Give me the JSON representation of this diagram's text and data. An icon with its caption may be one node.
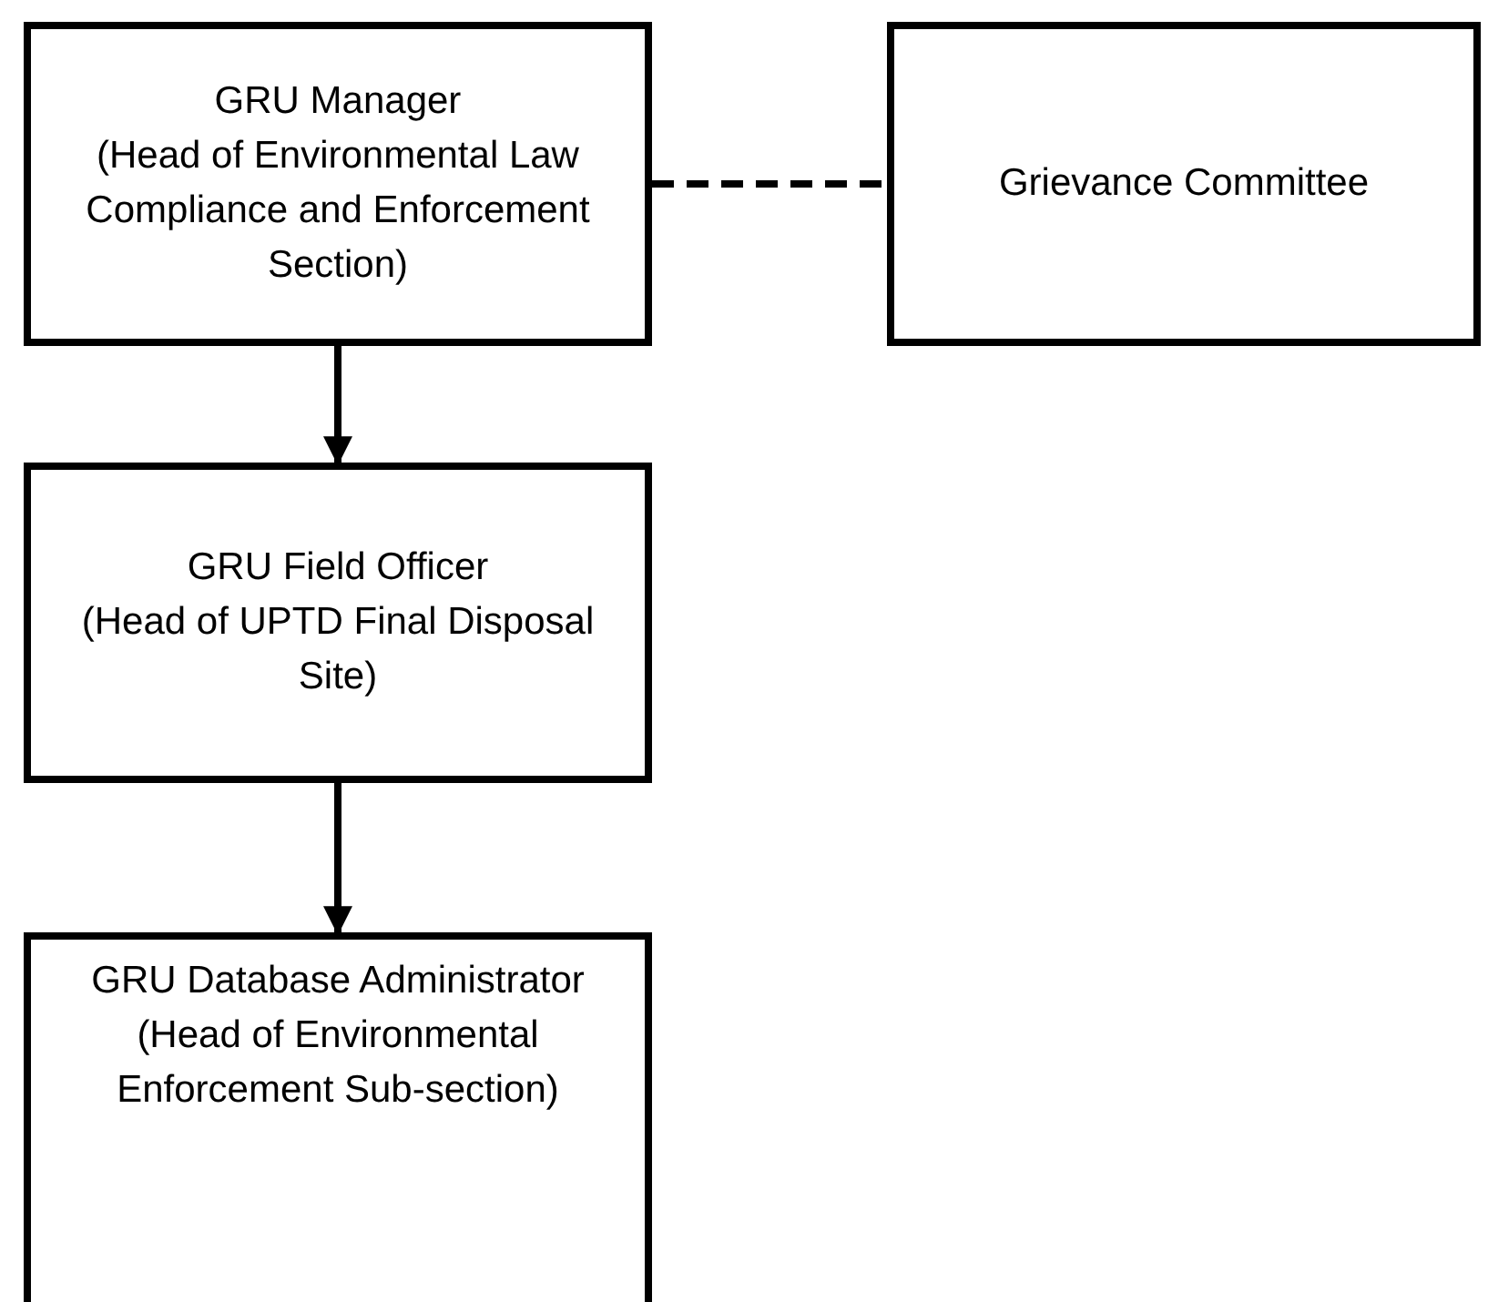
{
  "diagram": {
    "nodes": [
      {
        "text": [
          "GRU Manager",
          "(Head of Environmental Law Compliance and Enforcement Section)"
        ]
      },
      {
        "text": [
          "Grievance Committee"
        ]
      },
      {
        "text": [
          "GRU Field Officer",
          "(Head of UPTD Final Disposal Site)"
        ]
      },
      {
        "text": [
          "GRU Database Administrator",
          "(Head of Environmental Enforcement Sub-section)"
        ]
      }
    ],
    "edges": [
      {
        "from": 0,
        "to": 1,
        "arrow": "none",
        "style": "dashed"
      },
      {
        "from": 0,
        "to": 2,
        "arrow": "to"
      },
      {
        "from": 2,
        "to": 3,
        "arrow": "to"
      }
    ]
  }
}
